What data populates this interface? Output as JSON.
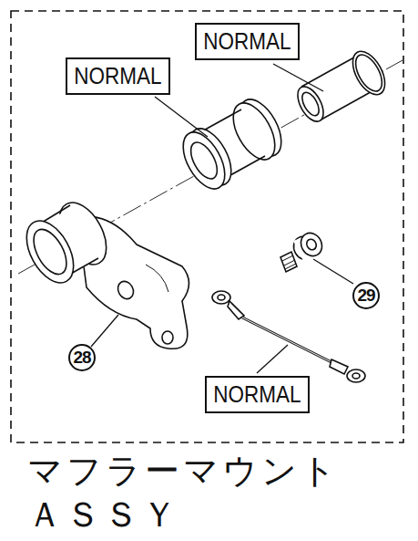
{
  "diagram": {
    "caption": "マフラーマウント ＡＳＳＹ",
    "nodes": [
      {
        "text": [
          "NORMAL"
        ]
      },
      {
        "text": [
          "NORMAL"
        ]
      },
      {
        "text": [
          "NORMAL"
        ]
      }
    ],
    "labels": [
      "29",
      "28"
    ]
  }
}
